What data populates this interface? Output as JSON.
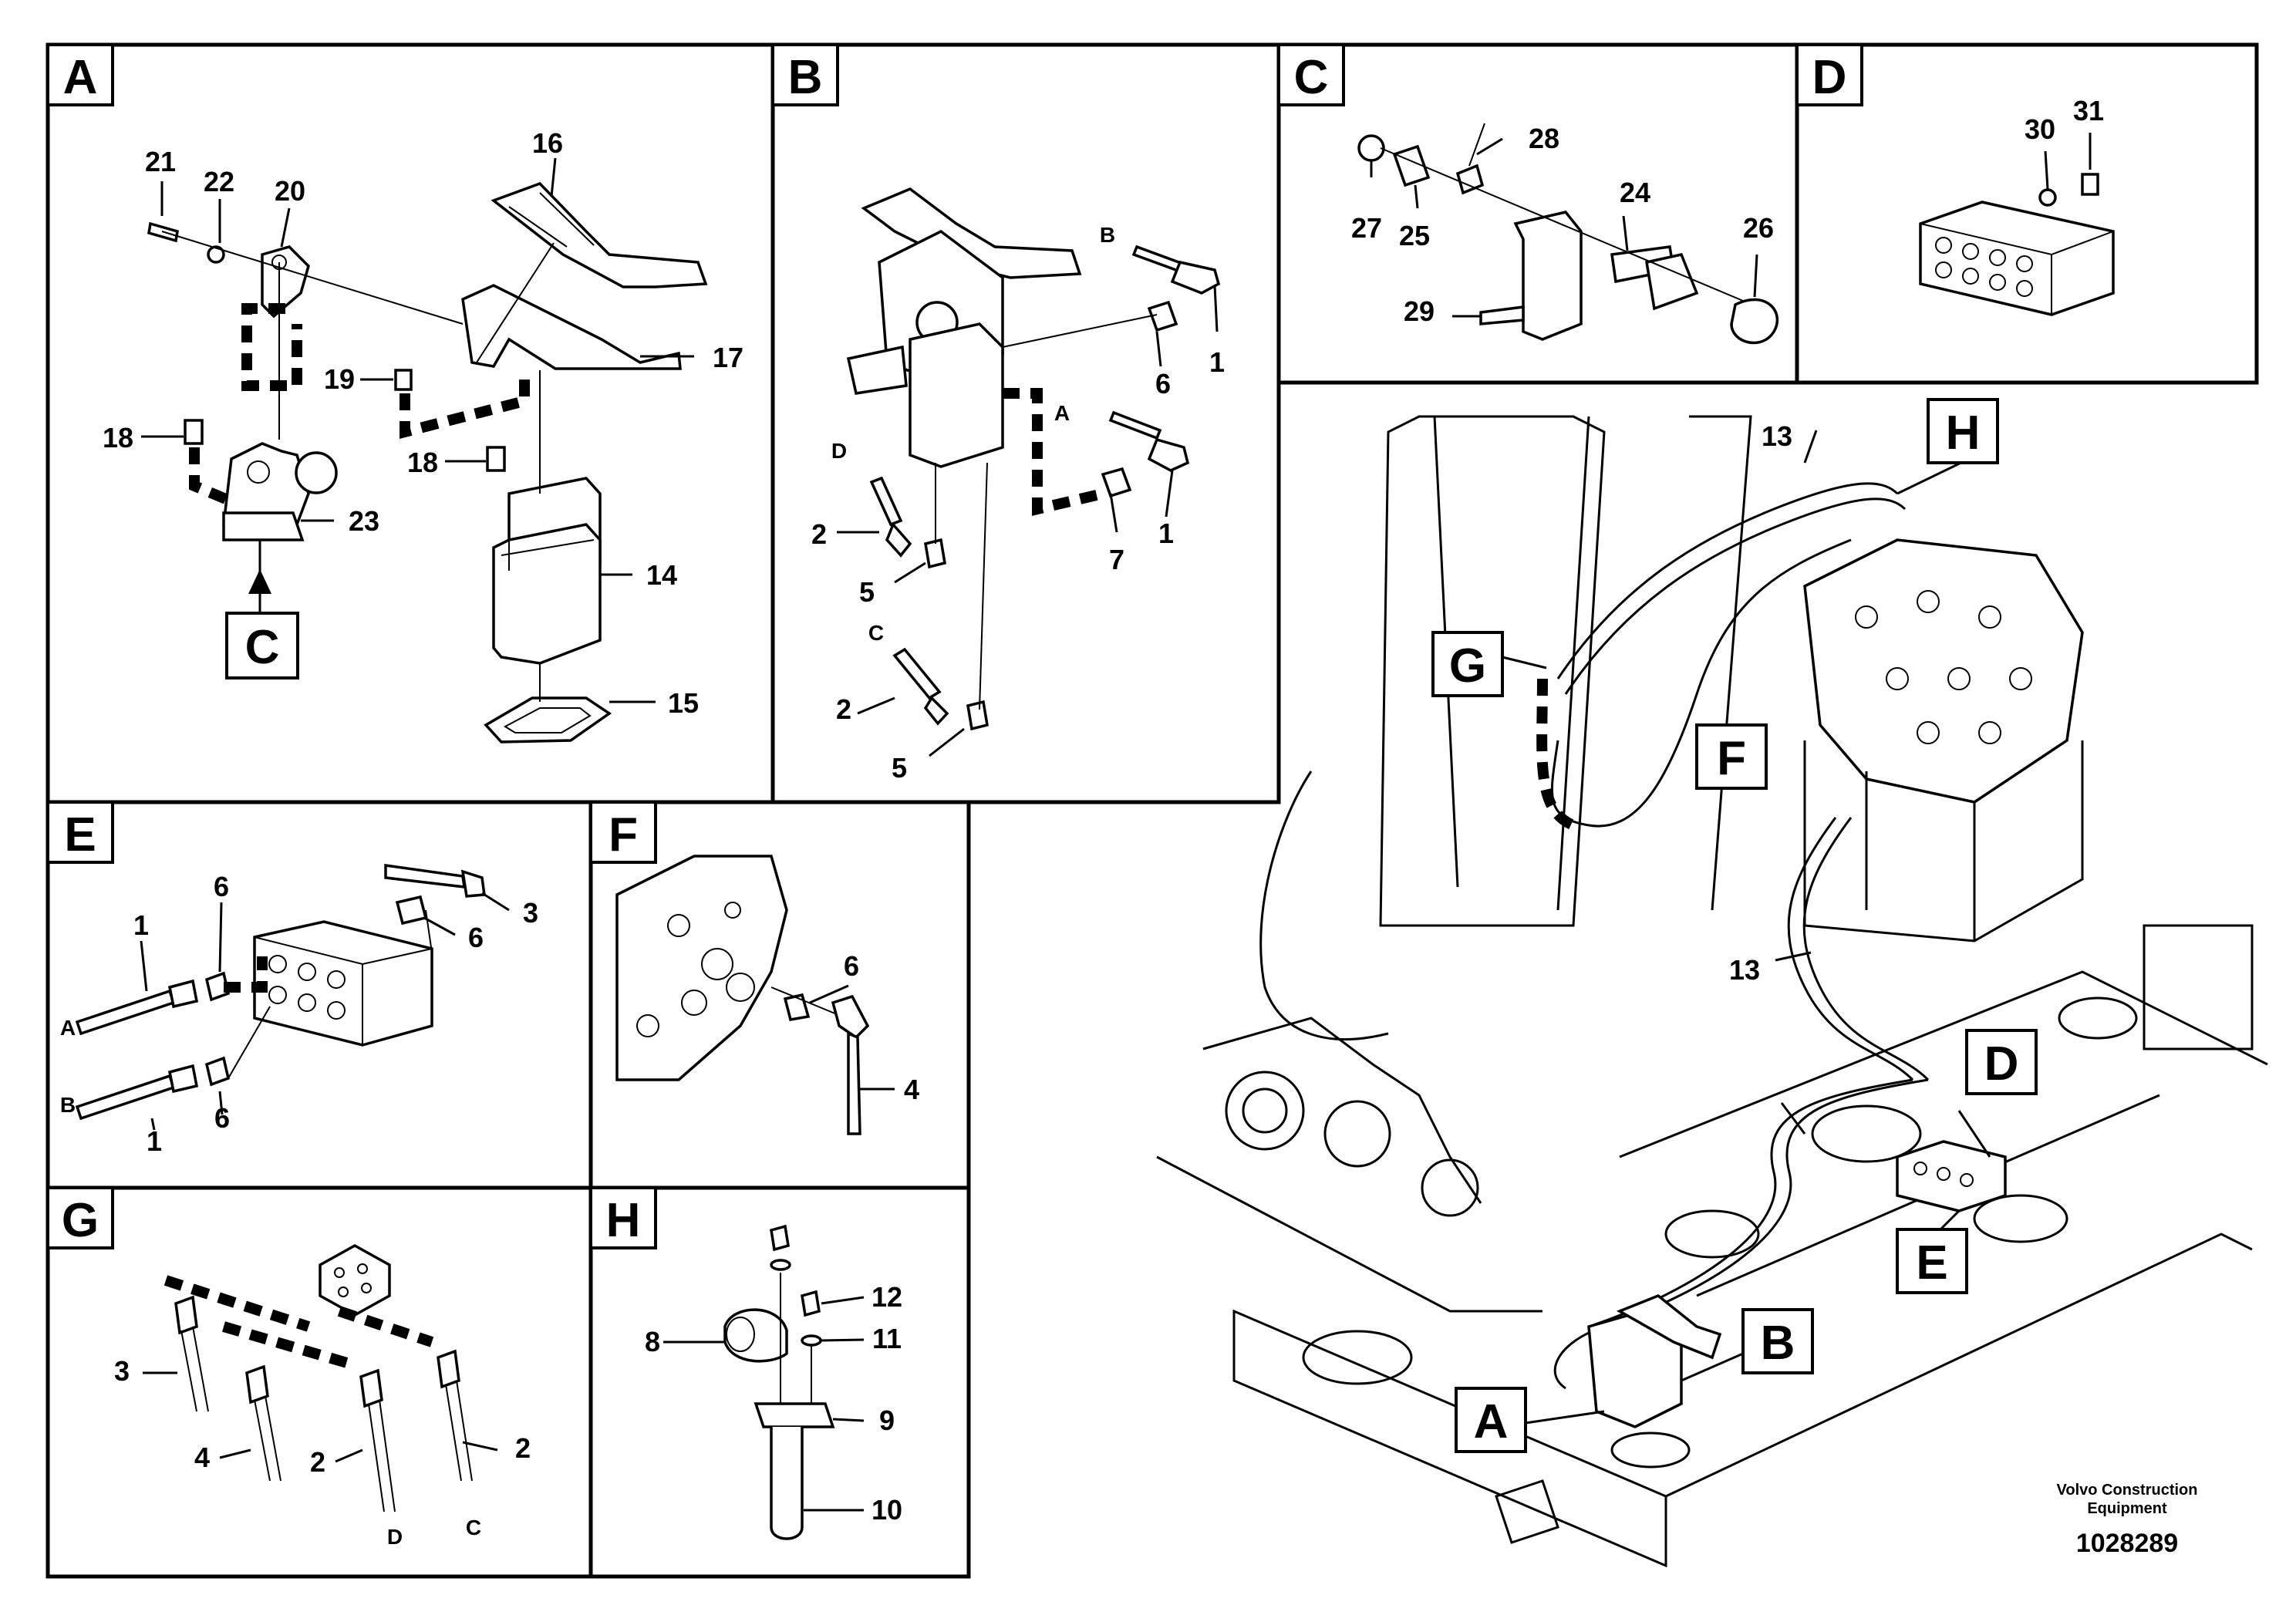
{
  "document": {
    "maker_line1": "Volvo Construction",
    "maker_line2": "Equipment",
    "number": "1028289"
  },
  "views": {
    "A": {
      "title": "A",
      "parts": [
        "21",
        "22",
        "20",
        "16",
        "19",
        "17",
        "18",
        "18",
        "23",
        "14",
        "15"
      ],
      "ref": "C"
    },
    "B": {
      "title": "B",
      "parts": [
        "1",
        "6",
        "1",
        "7",
        "2",
        "5",
        "2",
        "5"
      ],
      "ports": [
        "B",
        "A",
        "D",
        "C"
      ]
    },
    "C": {
      "title": "C",
      "parts": [
        "28",
        "24",
        "26",
        "27",
        "25",
        "29"
      ]
    },
    "D": {
      "title": "D",
      "parts": [
        "30",
        "31"
      ]
    },
    "E": {
      "title": "E",
      "parts": [
        "1",
        "6",
        "3",
        "6",
        "6",
        "1"
      ],
      "ports": [
        "A",
        "B"
      ]
    },
    "F": {
      "title": "F",
      "parts": [
        "6",
        "4"
      ]
    },
    "G": {
      "title": "G",
      "parts": [
        "3",
        "4",
        "2",
        "2"
      ],
      "ports": [
        "D",
        "C"
      ]
    },
    "H": {
      "title": "H",
      "parts": [
        "12",
        "11",
        "8",
        "9",
        "10"
      ]
    },
    "main": {
      "parts": [
        "13",
        "13"
      ],
      "refs": [
        "H",
        "G",
        "F",
        "D",
        "E",
        "B",
        "A"
      ]
    }
  }
}
